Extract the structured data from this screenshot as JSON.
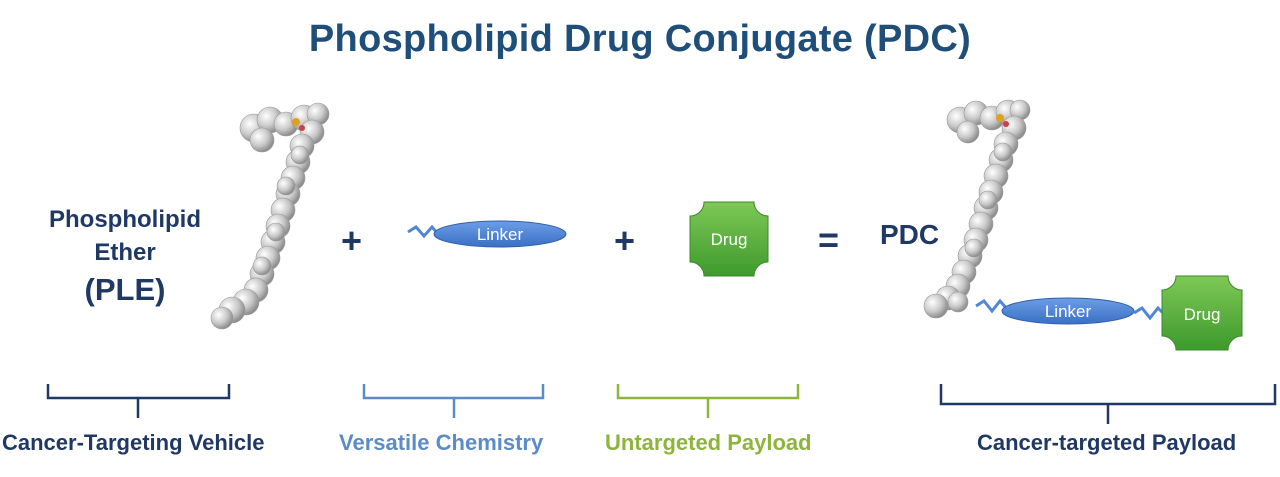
{
  "title": "Phospholipid Drug Conjugate (PDC)",
  "ple": {
    "line1": "Phospholipid",
    "line2": "Ether",
    "line3": "(PLE)"
  },
  "operators": {
    "plus1": "+",
    "plus2": "+",
    "equals": "="
  },
  "linker_label": "Linker",
  "drug_label": "Drug",
  "pdc_label": "PDC",
  "pdc_linker_label": "Linker",
  "pdc_drug_label": "Drug",
  "captions": {
    "vehicle": "Cancer-Targeting  Vehicle",
    "chemistry": "Versatile Chemistry",
    "payload": "Untargeted Payload",
    "targeted": "Cancer-targeted Payload"
  },
  "colors": {
    "title": "#1f4e79",
    "dark_blue": "#1f3864",
    "light_blue": "#5b8cc8",
    "green": "#8db53c",
    "linker_fill": "#4f86d6",
    "drug_fill": "#4fae3c"
  }
}
